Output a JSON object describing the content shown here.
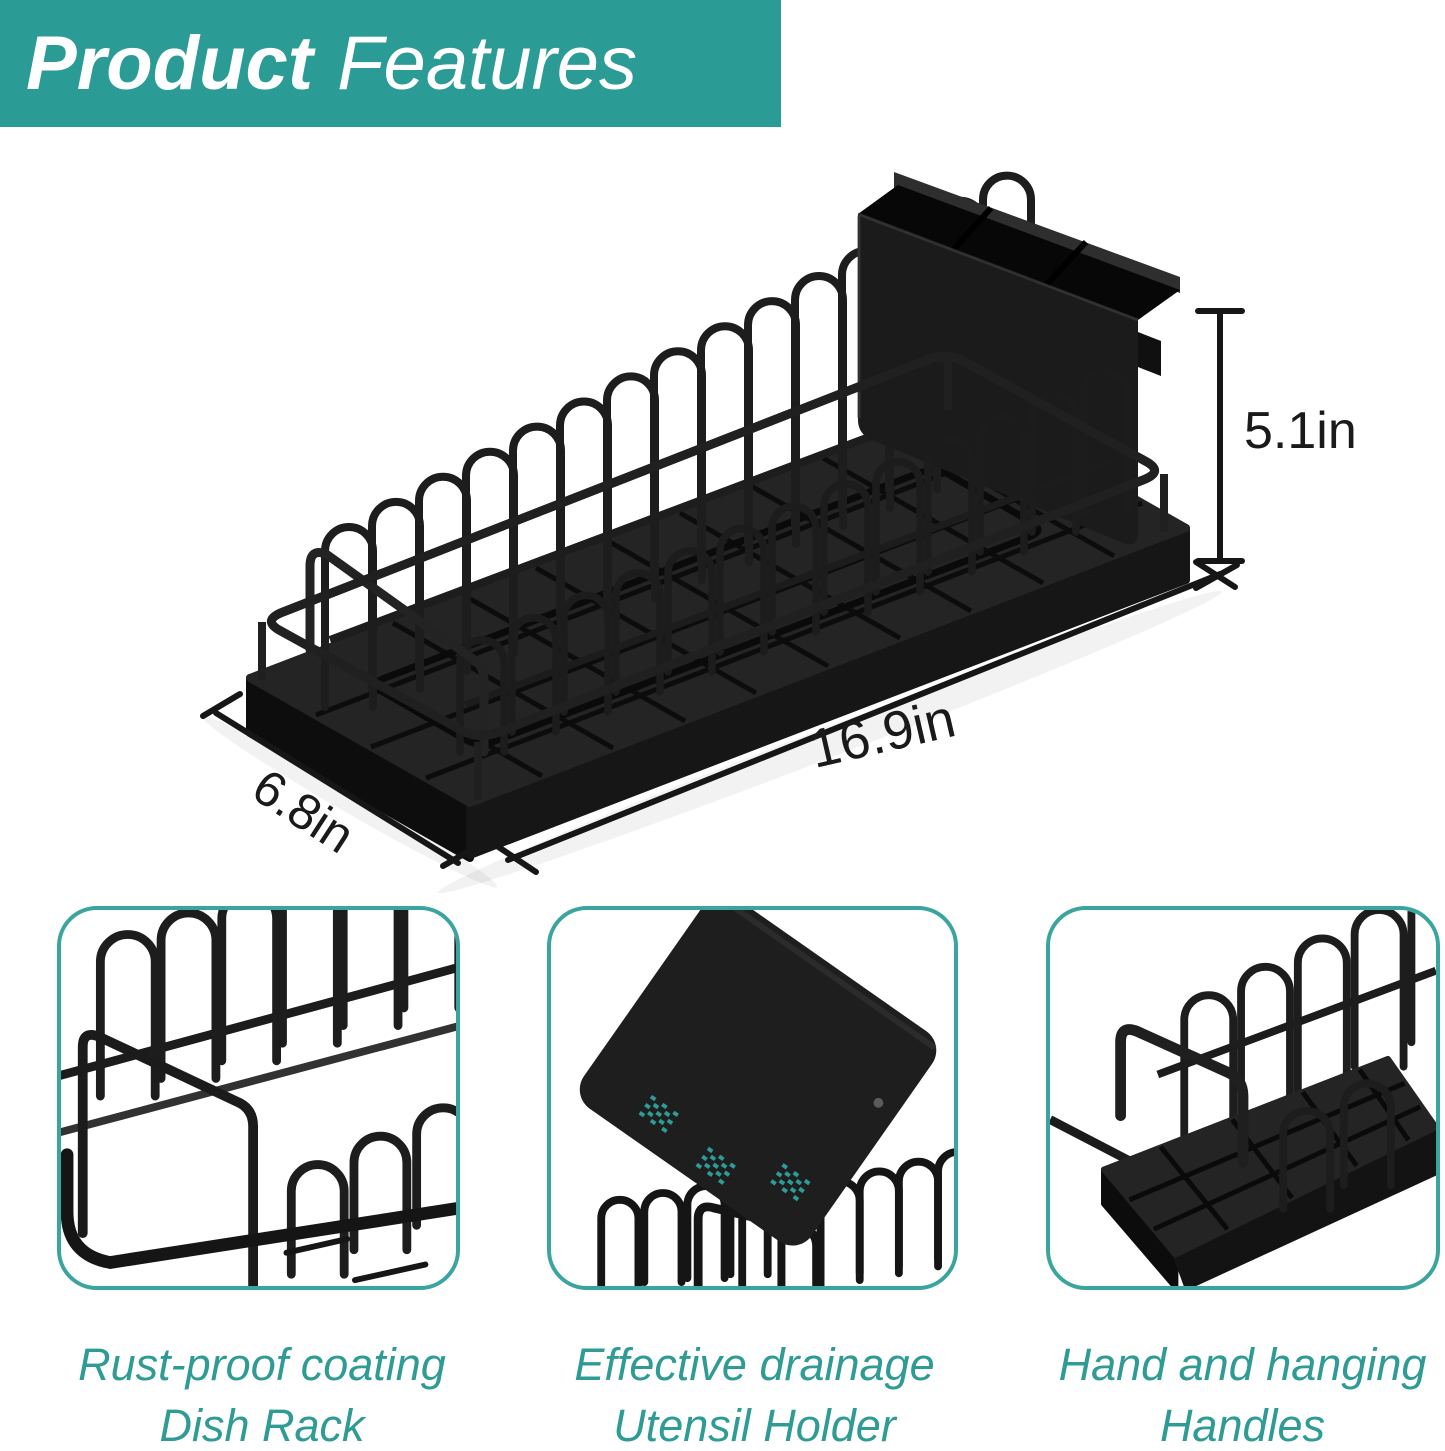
{
  "banner": {
    "word_bold": "Product",
    "word_light": "Features",
    "bg_color": "#2B9B95",
    "text_color": "#FFFFFF"
  },
  "dimensions": {
    "height": "5.1in",
    "length": "16.9in",
    "depth": "6.8in"
  },
  "features": [
    {
      "line1": "Rust-proof coating",
      "line2": "Dish Rack"
    },
    {
      "line1": "Effective drainage",
      "line2": "Utensil Holder"
    },
    {
      "line1": "Hand and hanging",
      "line2": "Handles"
    }
  ],
  "colors": {
    "teal_banner": "#2B9B95",
    "teal_caption": "#2E9B95",
    "teal_tile_border": "#3AA49E",
    "teal_dots": "#2E9C96",
    "ink": "#1A1A1A",
    "product_black": "#1D1D1D"
  }
}
